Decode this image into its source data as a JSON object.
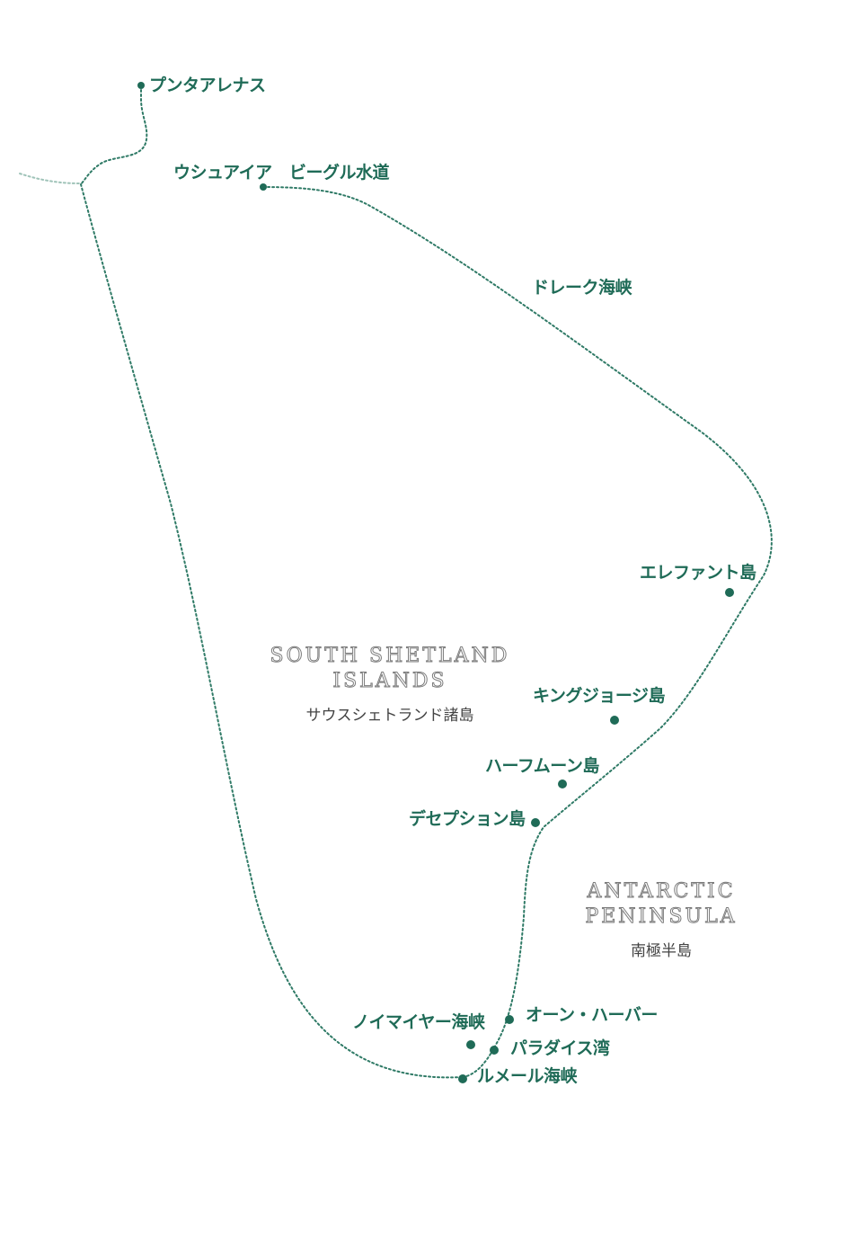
{
  "colors": {
    "route": "#2f7a66",
    "label": "#1f6b57",
    "region_outline": "#7c7c7c",
    "region_sub": "#444444",
    "background": "#ffffff"
  },
  "places": {
    "punta_arenas": "プンタアレナス",
    "ushuaia": "ウシュアイア",
    "beagle_channel": "ビーグル水道",
    "drake_passage": "ドレーク海峡",
    "elephant_island": "エレファント島",
    "king_george_island": "キングジョージ島",
    "half_moon_island": "ハーフムーン島",
    "deception_island": "デセプション島",
    "neumayer_channel": "ノイマイヤー海峡",
    "orne_harbour": "オーン・ハーバー",
    "paradise_bay": "パラダイス湾",
    "lemaire_channel": "ルメール海峡"
  },
  "regions": {
    "south_shetland": {
      "en_line1": "SOUTH SHETLAND",
      "en_line2": "ISLANDS",
      "ja": "サウスシェトランド諸島"
    },
    "antarctic_peninsula": {
      "en_line1": "ANTARCTIC",
      "en_line2": "PENINSULA",
      "ja": "南極半島"
    }
  }
}
